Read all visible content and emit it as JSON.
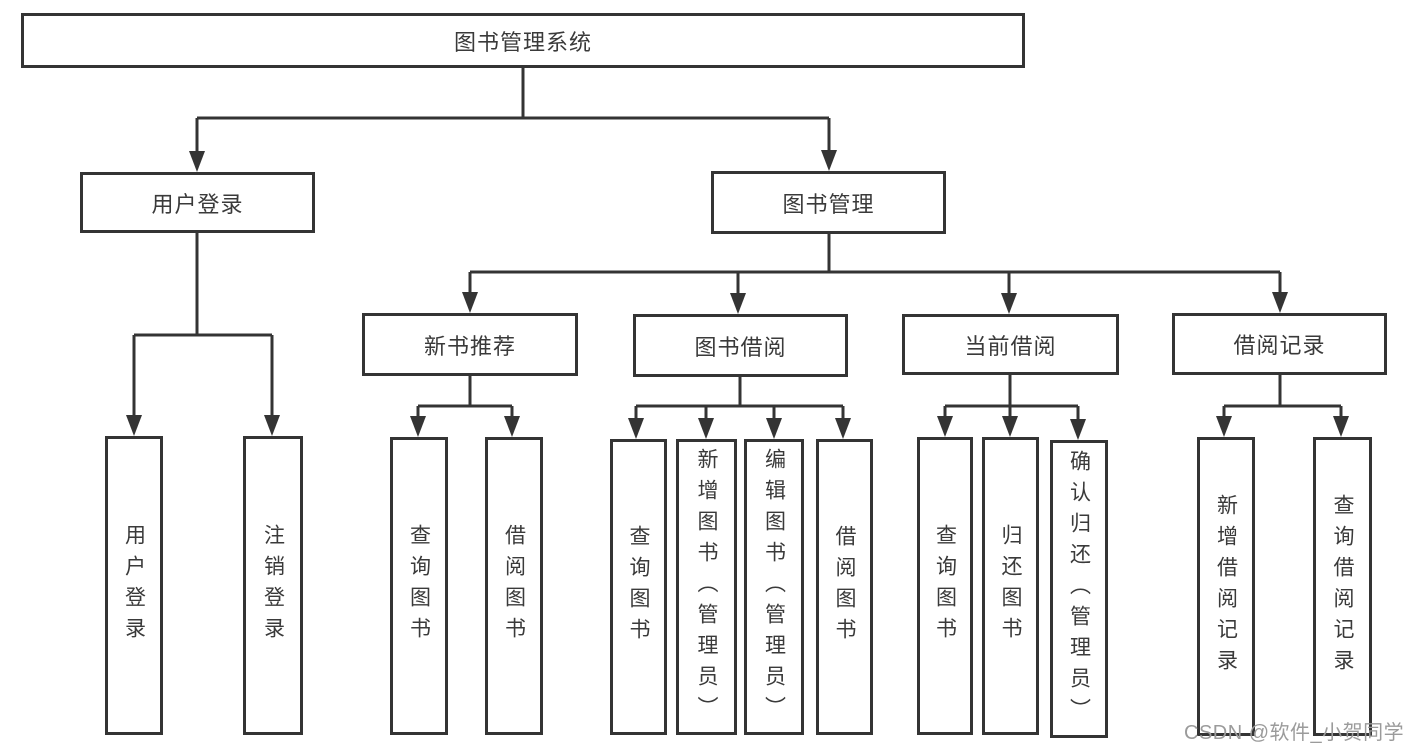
{
  "diagram": {
    "title": "图书管理系统",
    "level1": {
      "user_login": "用户登录",
      "book_mgmt": "图书管理"
    },
    "level2": {
      "new_book": "新书推荐",
      "book_borrow": "图书借阅",
      "current_borrow": "当前借阅",
      "borrow_record": "借阅记录"
    },
    "leaves": {
      "user_login_login": "用户登录",
      "user_login_logout": "注销登录",
      "new_book_query": "查询图书",
      "new_book_borrow": "借阅图书",
      "book_borrow_query": "查询图书",
      "book_borrow_add": "新增图书（管理员）",
      "book_borrow_edit": "编辑图书（管理员）",
      "book_borrow_borrow": "借阅图书",
      "current_borrow_query": "查询图书",
      "current_borrow_return": "归还图书",
      "current_borrow_confirm": "确认归还（管理员）",
      "borrow_record_add": "新增借阅记录",
      "borrow_record_query": "查询借阅记录"
    }
  },
  "watermark": "CSDN @软件_小贺同学",
  "colors": {
    "line": "#343434",
    "text": "#3a3a3a",
    "watermark": "#9b9b9b"
  }
}
